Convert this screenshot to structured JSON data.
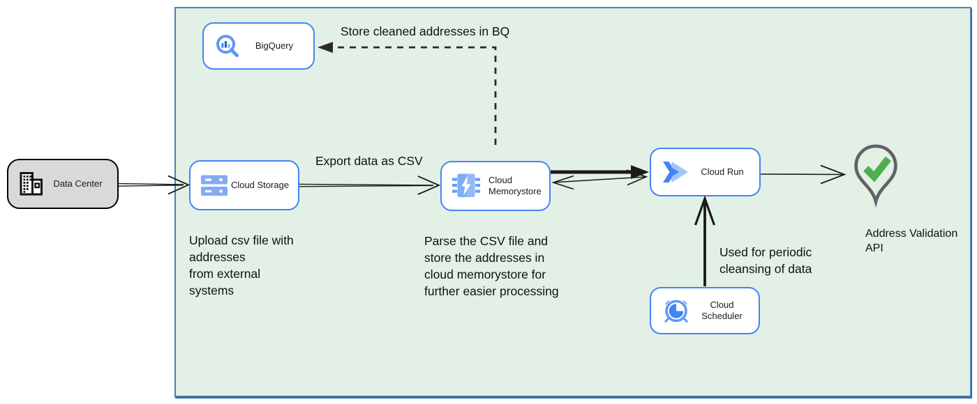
{
  "nodes": {
    "data_center": {
      "label": "Data Center",
      "icon": "building-icon"
    },
    "bigquery": {
      "label": "BigQuery",
      "icon": "bigquery-magnifier-icon"
    },
    "cloud_storage": {
      "label": "Cloud Storage",
      "icon": "cloud-storage-buckets-icon"
    },
    "cloud_memorystore": {
      "label": "Cloud\nMemorystore",
      "icon": "memorystore-chip-icon"
    },
    "cloud_run": {
      "label": "Cloud Run",
      "icon": "cloud-run-chevron-icon"
    },
    "cloud_scheduler": {
      "label": "Cloud Scheduler",
      "icon": "scheduler-clock-icon"
    },
    "address_validation": {
      "label": "Address Validation\nAPI",
      "icon": "map-pin-check-icon"
    }
  },
  "annotations": {
    "store_bq": "Store cleaned addresses in BQ",
    "export_csv": "Export data as CSV",
    "upload": "Upload csv file with\naddresses\nfrom external\nsystems",
    "parse": "Parse the CSV file and\nstore the addresses in\ncloud  memorystore for\nfurther easier processing",
    "periodic": "Used for periodic\ncleansing of data"
  },
  "colors": {
    "container_fill": "#e3f0e6",
    "container_border": "#4a7fb5",
    "node_border_blue": "#4285f4",
    "icon_blue": "#5e97f6",
    "icon_light_blue": "#a3c4f9",
    "data_center_fill": "#d9d9d9",
    "arrow_black": "#1a1a1a",
    "check_green": "#4caf50",
    "pin_gray": "#5f6368"
  }
}
